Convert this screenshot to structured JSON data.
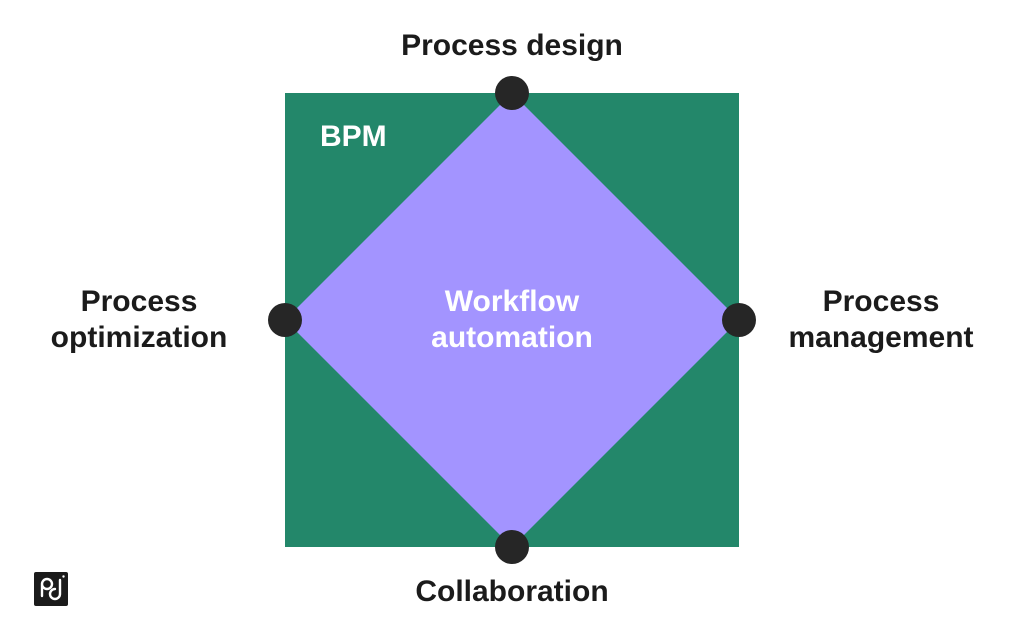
{
  "diagram": {
    "outer_label": "BPM",
    "center_label": {
      "line1": "Workflow",
      "line2": "automation"
    },
    "nodes": {
      "top": {
        "line1": "Process design"
      },
      "right": {
        "line1": "Process",
        "line2": "management"
      },
      "bottom": {
        "line1": "Collaboration"
      },
      "left": {
        "line1": "Process",
        "line2": "optimization"
      }
    }
  },
  "colors": {
    "square": "#23876a",
    "diamond": "#a394ff",
    "node": "#262626",
    "text": "#1b1b1b",
    "inner_text": "#ffffff"
  },
  "logo": {
    "icon": "pd-logo-icon"
  }
}
